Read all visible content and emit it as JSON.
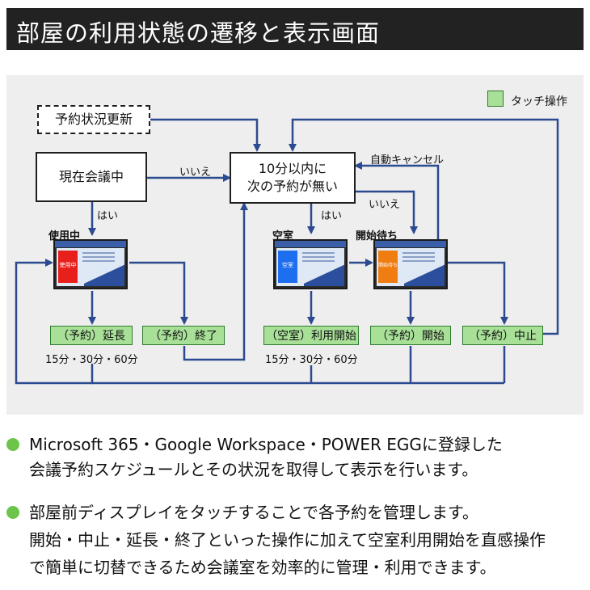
{
  "title": "部屋の利用状態の遷移と表示画面",
  "legend": {
    "label": "タッチ操作",
    "color": "#a8e098"
  },
  "nodes": {
    "reservation_update": "予約状況更新",
    "current_meeting": "現在会議中",
    "no_reservation_line1": "10分以内に",
    "no_reservation_line2": "次の予約が無い"
  },
  "edge_labels": {
    "no_1": "いいえ",
    "yes_1": "はい",
    "yes_2": "はい",
    "no_2": "いいえ",
    "auto_cancel": "自動キャンセル"
  },
  "states": {
    "in_use": {
      "label": "使用中",
      "tile_text": "使用中",
      "tile_color": "#e8201c"
    },
    "vacant": {
      "label": "空室",
      "tile_text": "空室",
      "tile_color": "#1e6ff0"
    },
    "waiting": {
      "label": "開始待ち",
      "tile_text": "開始待ち",
      "tile_color": "#f07d12"
    }
  },
  "actions": {
    "extend": "（予約）延長",
    "end": "（予約）終了",
    "vacant_start": "（空室）利用開始",
    "start": "（予約）開始",
    "cancel": "（予約）中止"
  },
  "durations": {
    "extend": "15分・30分・60分",
    "vacant_start": "15分・30分・60分"
  },
  "bullets": [
    {
      "line1": "Microsoft 365・Google Workspace・POWER EGGに登録した",
      "line2": "会議予約スケジュールとその状況を取得して表示を行います。"
    },
    {
      "line1": "部屋前ディスプレイをタッチすることで各予約を管理します。",
      "line2": "開始・中止・延長・終了といった操作に加えて空室利用開始を直感操作",
      "line3": "で簡単に切替できるため会議室を効率的に管理・利用できます。"
    }
  ]
}
